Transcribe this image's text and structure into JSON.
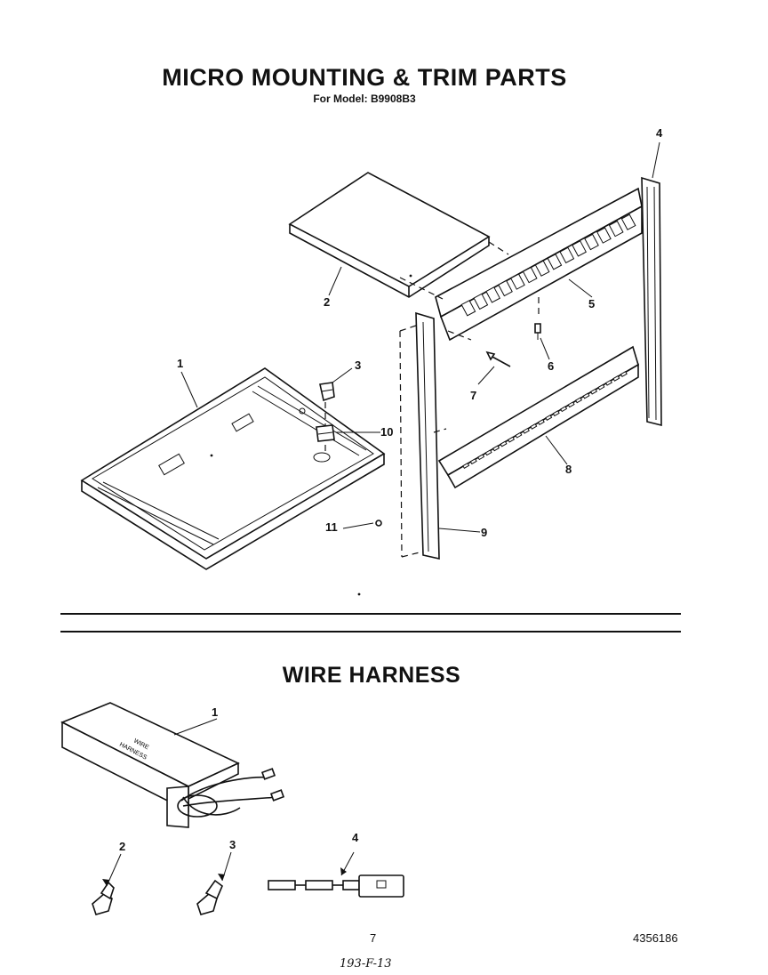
{
  "header": {
    "title": "MICRO MOUNTING & TRIM PARTS",
    "model_line": "For Model: B9908B3"
  },
  "section": {
    "title": "WIRE HARNESS",
    "box_label_line1": "WIRE",
    "box_label_line2": "HARNESS"
  },
  "mounting_callouts": [
    "1",
    "2",
    "3",
    "4",
    "5",
    "6",
    "7",
    "8",
    "9",
    "10",
    "11"
  ],
  "harness_callouts": [
    "1",
    "2",
    "3",
    "4"
  ],
  "footer": {
    "page_number": "7",
    "doc_number": "4356186",
    "handwritten": "193-F-13"
  }
}
